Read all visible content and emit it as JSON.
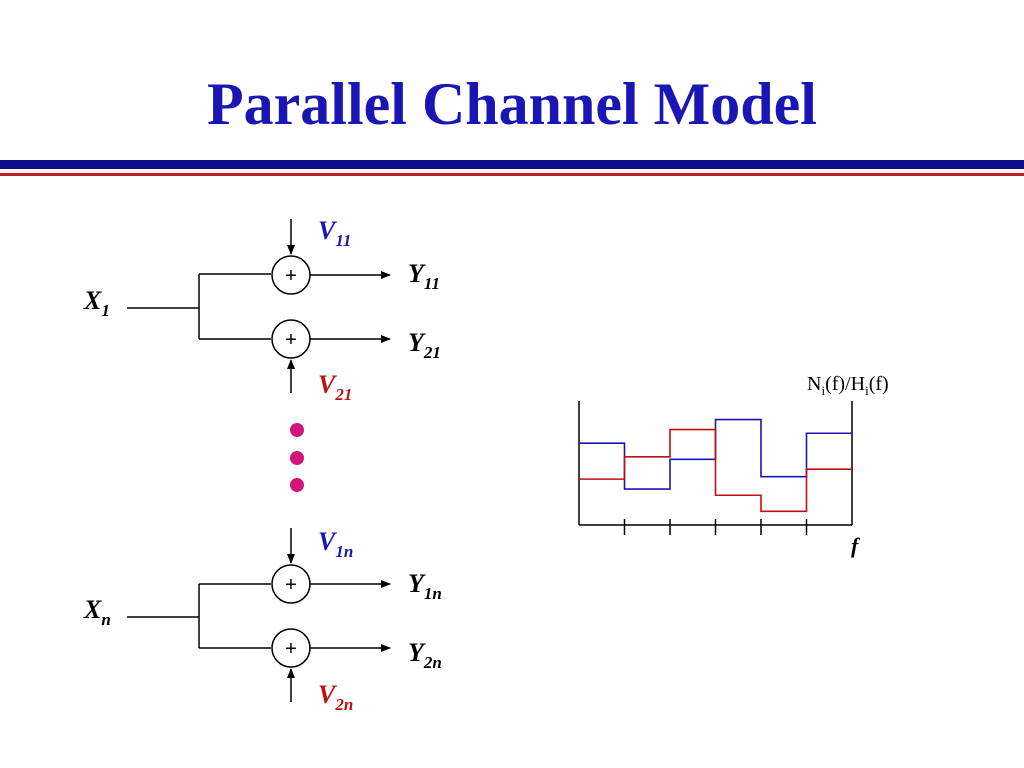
{
  "slide": {
    "title": "Parallel Channel Model"
  },
  "diagram": {
    "adder_symbol": "+",
    "top_group": {
      "input": {
        "base": "X",
        "sub": "1"
      },
      "noise_top": {
        "base": "V",
        "sub": "11",
        "color": "#1a16b4"
      },
      "noise_bottom": {
        "base": "V",
        "sub": "21",
        "color": "#c01010"
      },
      "output_top": {
        "base": "Y",
        "sub": "11"
      },
      "output_bottom": {
        "base": "Y",
        "sub": "21"
      }
    },
    "bottom_group": {
      "input": {
        "base": "X",
        "sub": "n"
      },
      "noise_top": {
        "base": "V",
        "sub": "1n",
        "color": "#1a16b4"
      },
      "noise_bottom": {
        "base": "V",
        "sub": "2n",
        "color": "#c01010"
      },
      "output_top": {
        "base": "Y",
        "sub": "1n"
      },
      "output_bottom": {
        "base": "Y",
        "sub": "2n"
      }
    },
    "ellipsis_color": "#d0167a"
  },
  "plot": {
    "ylabel": {
      "n": "N",
      "i1": "i",
      "mid": "(f)/H",
      "i2": "i",
      "end": "(f)"
    },
    "xlabel": "f",
    "series_colors": [
      "#1a16b4",
      "#c01010"
    ],
    "bands": 6,
    "blue_levels": [
      0.66,
      0.29,
      0.53,
      0.85,
      0.39,
      0.74
    ],
    "red_levels": [
      0.37,
      0.55,
      0.77,
      0.24,
      0.11,
      0.45
    ]
  }
}
